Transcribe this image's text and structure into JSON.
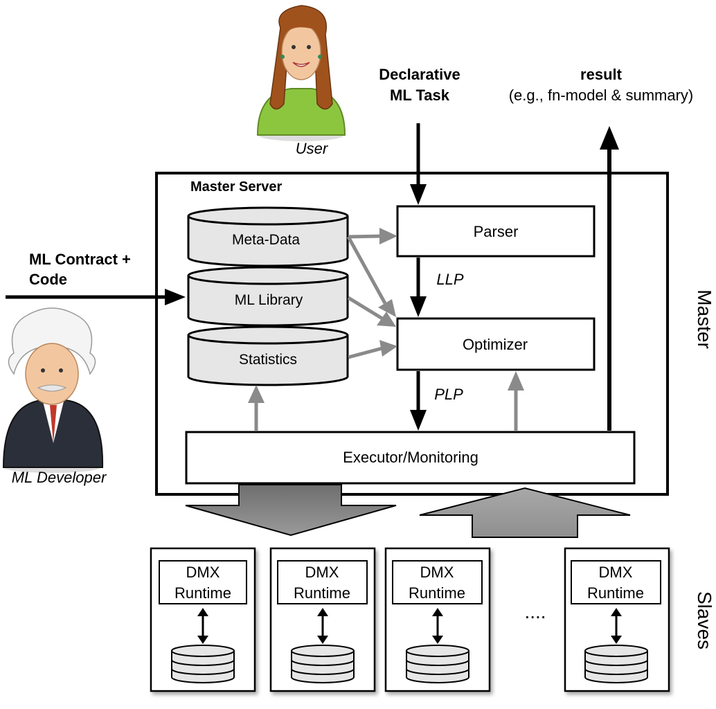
{
  "user": {
    "label": "User"
  },
  "developer": {
    "label": "ML Developer"
  },
  "task": {
    "line1": "Declarative",
    "line2": "ML Task"
  },
  "result": {
    "line1": "result",
    "line2": "(e.g., fn-model & summary)"
  },
  "contract": {
    "line1": "ML Contract +",
    "line2": "Code"
  },
  "master_server": {
    "title": "Master Server",
    "stores": [
      "Meta-Data",
      "ML Library",
      "Statistics"
    ],
    "parser": "Parser",
    "optimizer": "Optimizer",
    "executor": "Executor/Monitoring",
    "llp": "LLP",
    "plp": "PLP"
  },
  "side_labels": {
    "master": "Master",
    "slaves": "Slaves"
  },
  "slaves": [
    {
      "line1": "DMX",
      "line2": "Runtime"
    },
    {
      "line1": "DMX",
      "line2": "Runtime"
    },
    {
      "line1": "DMX",
      "line2": "Runtime"
    },
    {
      "line1": "DMX",
      "line2": "Runtime"
    }
  ],
  "ellipsis": "....",
  "colors": {
    "gray_arrow": "#8a8a8a",
    "cylinder_fill": "#e6e6e6",
    "user_shirt": "#8cc63f",
    "hair": "#a0521d"
  }
}
